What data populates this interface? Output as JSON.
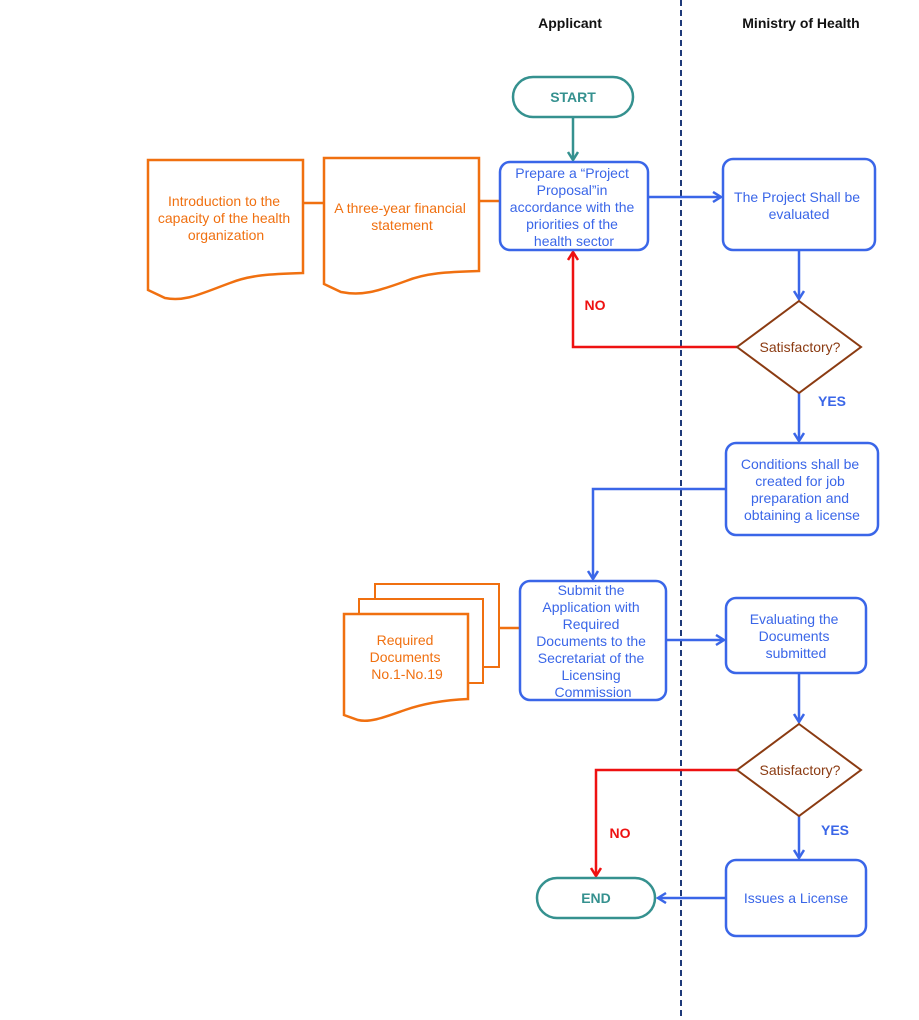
{
  "lanes": {
    "applicant": "Applicant",
    "ministry": "Ministry of Health"
  },
  "colors": {
    "process_blue": "#3a66e8",
    "document_orange": "#f07010",
    "decision_brown": "#8b3b12",
    "terminal_teal": "#35918f",
    "no_red": "#ee1111",
    "lane_divider": "#1f3a7a"
  },
  "nodes": {
    "start": "START",
    "end": "END",
    "prepare": [
      "Prepare a “Project",
      "Proposal”in",
      "accordance with the",
      "priorities of the",
      "health sector"
    ],
    "doc_intro": [
      "Introduction to the",
      "capacity of the health",
      "organization"
    ],
    "doc_financial": [
      "A three-year financial",
      "statement"
    ],
    "evaluate": [
      "The Project Shall be",
      "evaluated"
    ],
    "decision1": "Satisfactory?",
    "conditions": [
      "Conditions shall be",
      "created for job",
      "preparation and",
      "obtaining a license"
    ],
    "submit": [
      "Submit the",
      "Application with",
      "Required",
      "Documents to the",
      "Secretariat of the",
      "Licensing",
      "Commission"
    ],
    "required_docs": [
      "Required",
      "Documents",
      "No.1-No.19"
    ],
    "evaluating_docs": [
      "Evaluating the",
      "Documents",
      "submitted"
    ],
    "decision2": "Satisfactory?",
    "issues": "Issues a License"
  },
  "edge_labels": {
    "no1": "NO",
    "yes1": "YES",
    "no2": "NO",
    "yes2": "YES"
  }
}
